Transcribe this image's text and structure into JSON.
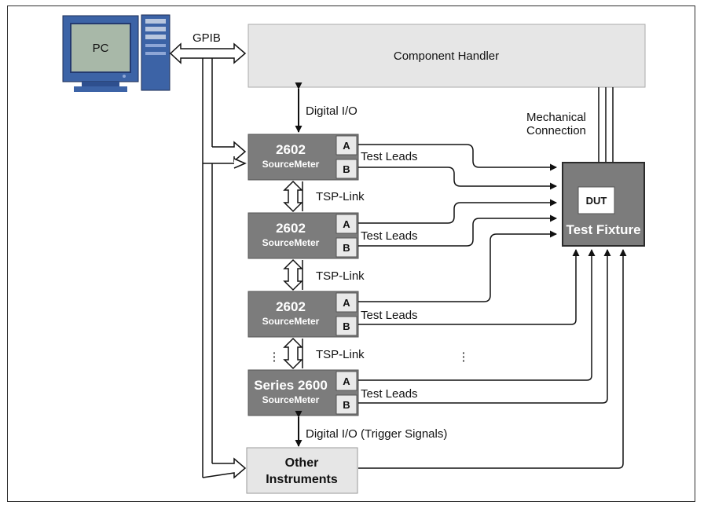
{
  "pc": {
    "label": "PC"
  },
  "bus": {
    "gpib_label": "GPIB"
  },
  "handler": {
    "label": "Component Handler"
  },
  "links": {
    "digital_io": "Digital I/O",
    "digital_io_trigger": "Digital I/O (Trigger Signals)",
    "mechanical_line1": "Mechanical",
    "mechanical_line2": "Connection",
    "tsp_link": "TSP-Link",
    "test_leads": "Test Leads",
    "ellipsis": "⋮"
  },
  "instruments": [
    {
      "title": "2602",
      "subtitle": "SourceMeter",
      "channel_a": "A",
      "channel_b": "B"
    },
    {
      "title": "2602",
      "subtitle": "SourceMeter",
      "channel_a": "A",
      "channel_b": "B"
    },
    {
      "title": "2602",
      "subtitle": "SourceMeter",
      "channel_a": "A",
      "channel_b": "B"
    },
    {
      "title": "Series 2600",
      "subtitle": "SourceMeter",
      "channel_a": "A",
      "channel_b": "B"
    }
  ],
  "fixture": {
    "dut_label": "DUT",
    "label": "Test Fixture"
  },
  "other": {
    "line1": "Other",
    "line2": "Instruments"
  },
  "colors": {
    "smu_fill": "#7c7c7c",
    "handler_fill": "#e6e6e6",
    "fixture_fill": "#7c7c7c",
    "monitor_blue": "#3c63a6"
  }
}
